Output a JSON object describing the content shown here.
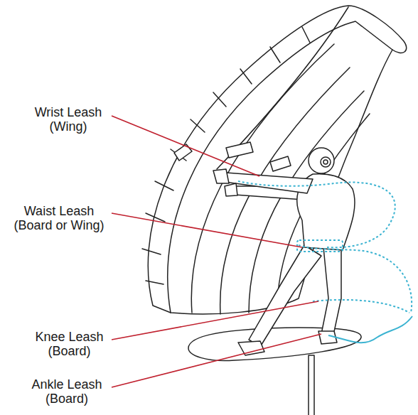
{
  "diagram": {
    "labels": [
      "Wrist Leash (Wing)",
      "Waist Leash (Board or Wing)",
      "Knee Leash (Board)",
      "Ankle Leash (Board)"
    ]
  }
}
